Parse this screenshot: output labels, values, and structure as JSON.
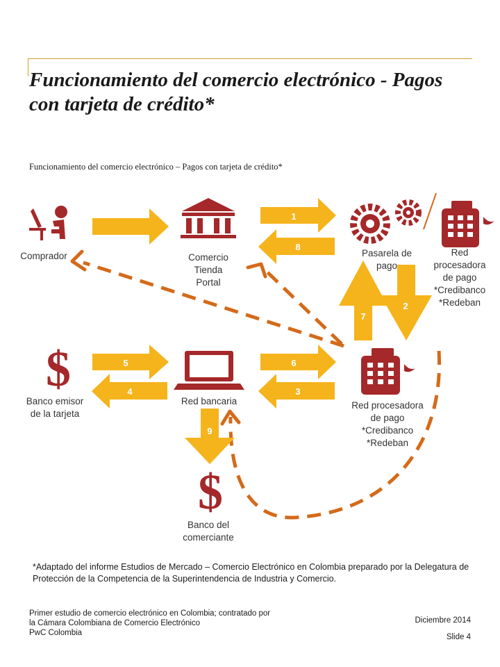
{
  "title": "Funcionamiento del comercio electrónico - Pagos con tarjeta de crédito*",
  "subtitle": "Funcionamiento del comercio electrónico – Pagos con tarjeta de crédito*",
  "colors": {
    "arrow": "#f5b41c",
    "dashed": "#d46a1a",
    "icon": "#a5282a",
    "divider": "#c9a227"
  },
  "nodes": {
    "comprador": "Comprador",
    "comercio": [
      "Comercio",
      "Tienda",
      "Portal"
    ],
    "pasarela": [
      "Pasarela de",
      "pago"
    ],
    "red_top": [
      "Red",
      "procesadora",
      "de pago",
      "*Credibanco",
      "*Redeban"
    ],
    "banco_emisor": [
      "Banco emisor",
      "de la tarjeta"
    ],
    "red_bancaria": "Red bancaria",
    "red_mid": [
      "Red procesadora",
      "de pago",
      "*Credibanco",
      "*Redeban"
    ],
    "banco_comerciante": [
      "Banco del",
      "comerciante"
    ]
  },
  "steps": {
    "s1": "1",
    "s2": "2",
    "s3": "3",
    "s4": "4",
    "s5": "5",
    "s6": "6",
    "s7": "7",
    "s8": "8",
    "s9": "9"
  },
  "footnote": "*Adaptado del informe Estudios de Mercado – Comercio Electrónico en Colombia preparado por la Delegatura de Protección de la Competencia de la Superintendencia de Industria y Comercio.",
  "footer": {
    "left_line1": "Primer estudio de comercio electrónico en Colombia; contratado por",
    "left_line2": "la Cámara Colombiana de Comercio Electrónico",
    "left_line3": "PwC Colombia",
    "date": "Diciembre 2014",
    "slide": "Slide 4"
  }
}
